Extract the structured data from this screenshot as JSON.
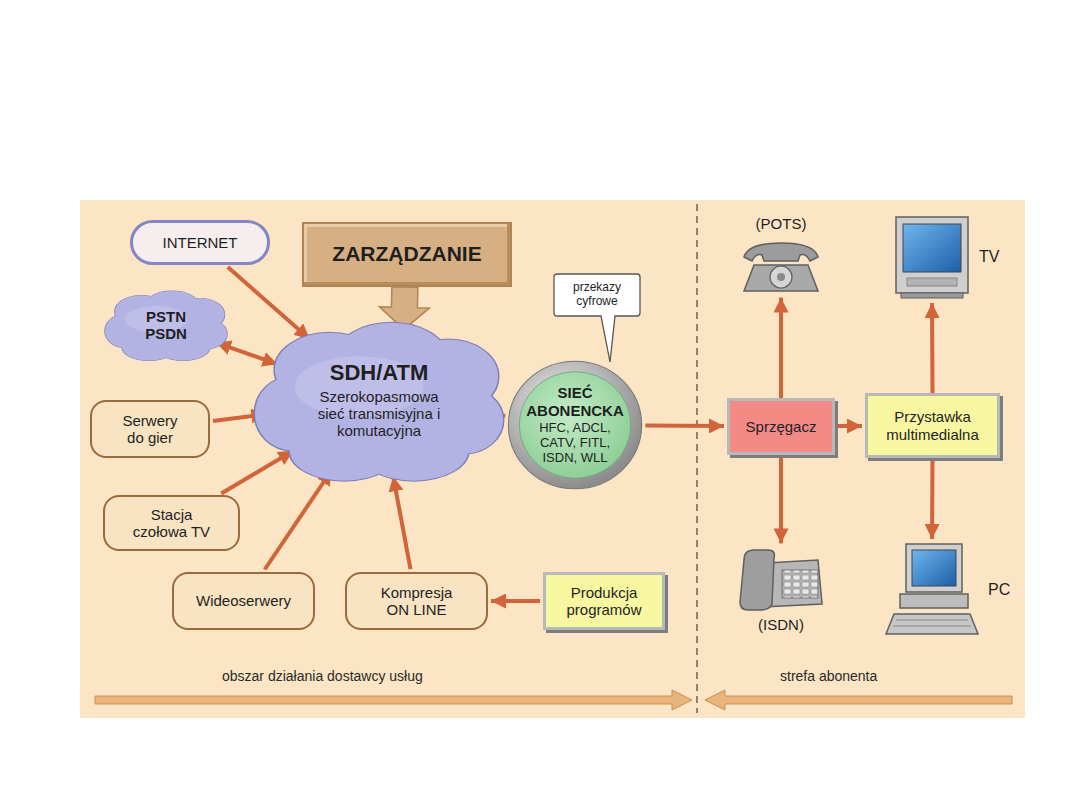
{
  "diagram": {
    "nodes": [
      {
        "text": [
          "INTERNET"
        ]
      },
      {
        "text": [
          "ZARZĄDZANIE"
        ]
      },
      {
        "text": [
          "PSTN PSDN"
        ]
      },
      {
        "text": [
          "SDH/ATM",
          "Szerokopasmowa sieć transmisyjna i komutacyjna"
        ]
      },
      {
        "text": [
          "Serwery do gier"
        ]
      },
      {
        "text": [
          "Stacja czołowa TV"
        ]
      },
      {
        "text": [
          "Wideoserwery"
        ]
      },
      {
        "text": [
          "Kompresja ON LINE"
        ]
      },
      {
        "text": [
          "Produkcja programów"
        ]
      },
      {
        "text": [
          "przekazy cyfrowe"
        ]
      },
      {
        "text": [
          "SIEĆ ABONENCKA",
          "HFC, ADCL, CATV, FITL, ISDN, WLL"
        ]
      },
      {
        "text": [
          "(POTS)"
        ]
      },
      {
        "text": [
          "TV"
        ]
      },
      {
        "text": [
          "Sprzęgacz"
        ]
      },
      {
        "text": [
          "Przystawka multimedialna"
        ]
      },
      {
        "text": [
          "(ISDN)"
        ]
      },
      {
        "text": [
          "PC"
        ]
      }
    ],
    "edges": [
      {
        "from": 0,
        "to": 3,
        "arrow": "to"
      },
      {
        "from": 1,
        "to": 3,
        "arrow": "to"
      },
      {
        "from": 2,
        "to": 3,
        "arrow": "both"
      },
      {
        "from": 4,
        "to": 3,
        "arrow": "to"
      },
      {
        "from": 5,
        "to": 3,
        "arrow": "to"
      },
      {
        "from": 6,
        "to": 3,
        "arrow": "to"
      },
      {
        "from": 7,
        "to": 3,
        "arrow": "to"
      },
      {
        "from": 8,
        "to": 7,
        "arrow": "to"
      },
      {
        "from": 3,
        "to": 10,
        "arrow": "to"
      },
      {
        "from": 10,
        "to": 13,
        "arrow": "to"
      },
      {
        "from": 13,
        "to": 11,
        "arrow": "to"
      },
      {
        "from": 13,
        "to": 15,
        "arrow": "to"
      },
      {
        "from": 13,
        "to": 14,
        "arrow": "to"
      },
      {
        "from": 14,
        "to": 12,
        "arrow": "to"
      },
      {
        "from": 14,
        "to": 16,
        "arrow": "to"
      }
    ],
    "labels": [
      "obszar działania dostawcy usług",
      "strefa abonenta"
    ]
  }
}
